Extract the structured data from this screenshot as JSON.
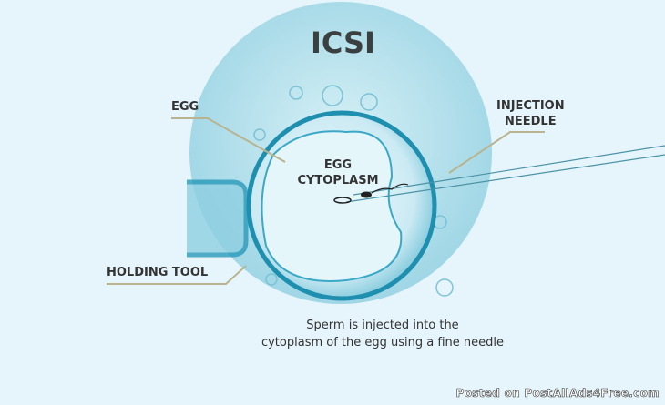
{
  "title": "ICSI",
  "labels": {
    "egg": "EGG",
    "cytoplasm_1": "EGG",
    "cytoplasm_2": "CYTOPLASM",
    "needle_1": "INJECTION",
    "needle_2": "NEEDLE",
    "holding": "HOLDING TOOL"
  },
  "caption": {
    "line1": "Sperm is injected into the",
    "line2": "cytoplasm of the egg using a fine needle"
  },
  "watermark": "Posted on PostAllAds4Free.com",
  "colors": {
    "background": "#e6f5fb",
    "dish": "#a9dbe8",
    "egg_rim": "#1f8fb0",
    "pointer": "#b9b48f"
  }
}
